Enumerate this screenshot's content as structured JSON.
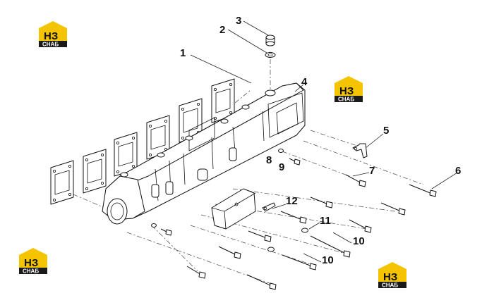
{
  "callouts": [
    {
      "id": "c1",
      "text": "1"
    },
    {
      "id": "c2",
      "text": "2"
    },
    {
      "id": "c3",
      "text": "3"
    },
    {
      "id": "c4",
      "text": "4"
    },
    {
      "id": "c5",
      "text": "5"
    },
    {
      "id": "c6",
      "text": "6"
    },
    {
      "id": "c7",
      "text": "7"
    },
    {
      "id": "c8",
      "text": "8"
    },
    {
      "id": "c9",
      "text": "9"
    },
    {
      "id": "c10a",
      "text": "10"
    },
    {
      "id": "c10b",
      "text": "10"
    },
    {
      "id": "c11",
      "text": "11"
    },
    {
      "id": "c12",
      "text": "12"
    }
  ],
  "watermark": {
    "mark": "НЗ",
    "sub": "СНАБ",
    "accent": "#f5c400",
    "dark": "#1a1a1a"
  }
}
